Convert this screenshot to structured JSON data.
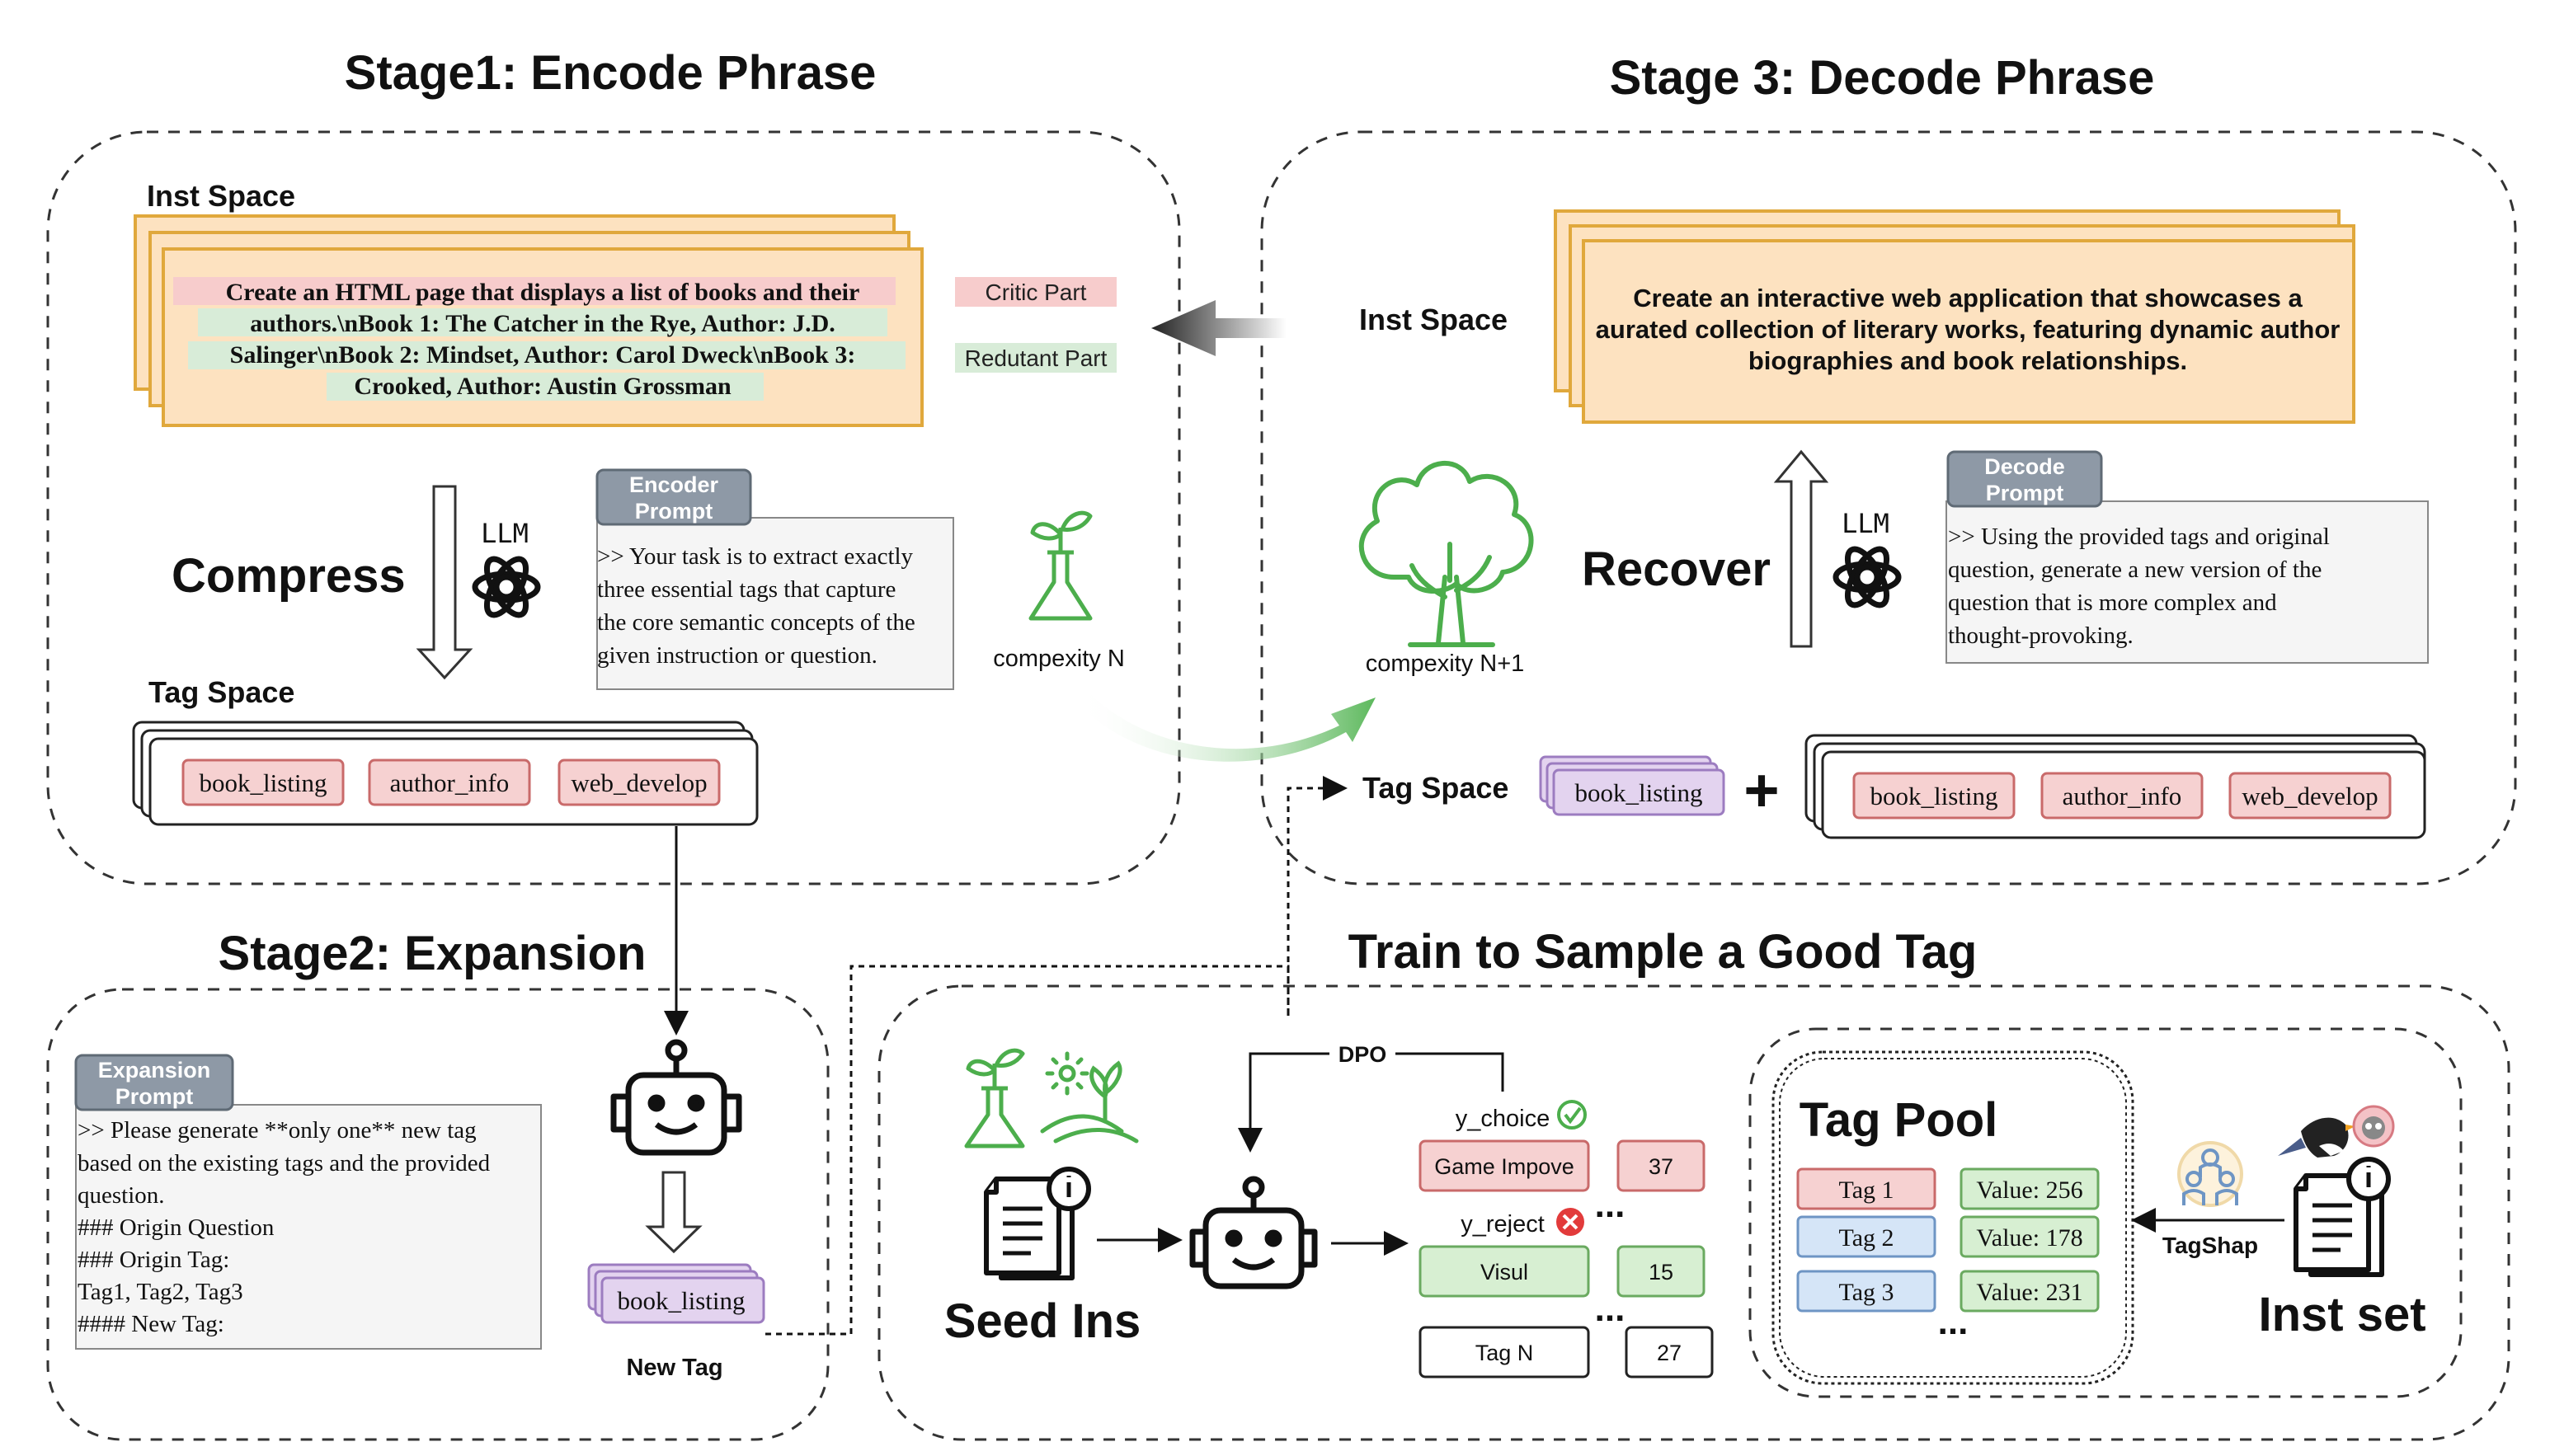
{
  "stage1": {
    "title": "Stage1: Encode Phrase",
    "inst_space_label": "Inst Space",
    "instruction_lines": [
      "Create an HTML page that displays a list of books and their",
      "authors.\\nBook 1: The Catcher in the Rye, Author: J.D.",
      "Salinger\\nBook 2: Mindset, Author: Carol Dweck\\nBook 3:",
      "Crooked, Author: Austin Grossman"
    ],
    "critic_label": "Critic Part",
    "redundant_label": "Redutant Part",
    "compress_label": "Compress",
    "llm_label": "LLM",
    "encoder_prompt_title": [
      "Encoder",
      "Prompt"
    ],
    "encoder_prompt_lines": [
      ">> Your task is to extract exactly",
      "three essential tags that capture",
      "the core semantic concepts of the",
      "given instruction or question."
    ],
    "complexity_label": "compexity N",
    "tag_space_label": "Tag Space",
    "tags": [
      "book_listing",
      "author_info",
      "web_develop"
    ]
  },
  "stage3": {
    "title": "Stage 3: Decode Phrase",
    "inst_space_label": "Inst Space",
    "instruction_lines": [
      "Create an interactive web application that showcases a",
      "aurated collection of literary works, featuring dynamic author",
      "biographies and book relationships."
    ],
    "complexity_label": "compexity N+1",
    "recover_label": "Recover",
    "llm_label": "LLM",
    "decode_prompt_title": [
      "Decode",
      "Prompt"
    ],
    "decode_prompt_lines": [
      ">> Using the provided tags and original",
      "question, generate a new version of the",
      "question that is more complex and",
      "thought-provoking."
    ],
    "tag_space_label": "Tag Space",
    "new_tag": "book_listing",
    "plus": "+",
    "tags": [
      "book_listing",
      "author_info",
      "web_develop"
    ]
  },
  "stage2": {
    "title": "Stage2: Expansion",
    "expansion_prompt_title": [
      "Expansion",
      "Prompt"
    ],
    "expansion_prompt_lines": [
      ">> Please generate **only one** new tag",
      "based on the existing tags and the provided",
      "question.",
      "### Origin Question",
      "### Origin Tag:",
      "Tag1, Tag2, Tag3",
      "#### New Tag:"
    ],
    "new_tag": "book_listing",
    "new_tag_label": "New Tag"
  },
  "train": {
    "title": "Train to Sample a Good Tag",
    "seed_label": "Seed Ins",
    "dpo_label": "DPO",
    "y_choice": "y_choice",
    "y_reject": "y_reject",
    "candidates": [
      {
        "name": "Game Impove",
        "value": "37"
      },
      {
        "name": "Visul",
        "value": "15"
      },
      {
        "name": "Tag N",
        "value": "27"
      }
    ],
    "ellipsis": "...",
    "tag_pool_title": "Tag Pool",
    "pool": [
      {
        "tag": "Tag 1",
        "value": "Value:  256"
      },
      {
        "tag": "Tag 2",
        "value": "Value:  178"
      },
      {
        "tag": "Tag 3",
        "value": "Value:  231"
      }
    ],
    "tagshap_label": "TagShap",
    "inst_set_label": "Inst set"
  },
  "colors": {
    "inst_fill": "#fde2c0",
    "inst_stroke": "#e0a83c",
    "critic": "#f7d0d0",
    "redundant": "#d8ecd8",
    "tag_fill": "#f6d1d1",
    "tag_stroke": "#c96a6a",
    "new_tag_fill": "#e3d3ef",
    "new_tag_stroke": "#9c7cc0",
    "prompt_header": "#8e99a6",
    "prompt_fill": "#f5f5f5",
    "green_icon": "#4cae4c",
    "blue_tag": "#d5e5f7",
    "green_tag": "#d7efd2"
  }
}
